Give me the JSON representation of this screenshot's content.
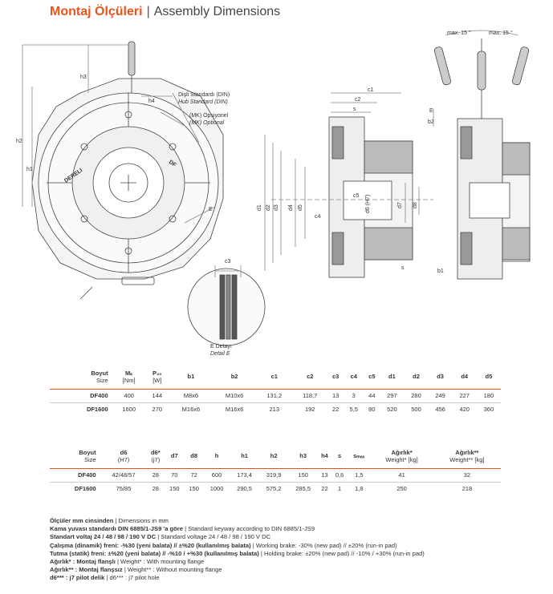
{
  "title": {
    "tr": "Montaj Ölçüleri",
    "separator": "|",
    "en": "Assembly Dimensions"
  },
  "drawing_labels": {
    "h3": "h3",
    "h4": "h4",
    "h2": "h2",
    "h1": "h1",
    "hub_tr": "Dişli Standardı (DIN)",
    "hub_en": "Hub Standard (DIN)",
    "mk_tr": "(MK) Opsiyonel",
    "mk_en": "(MK) Optional",
    "brand_a": "DERELI",
    "brand_b": "DF",
    "c3": "c3",
    "detail_tr": "E Detayı",
    "detail_en": "Detail E",
    "e_mark": "E",
    "c1": "c1",
    "c2": "c2",
    "s": "s",
    "smax": "s",
    "d1": "d1",
    "d2": "d2",
    "d3": "d3",
    "d4": "d4",
    "d5": "d5",
    "d6": "d6 (H7)",
    "d7": "d7",
    "d8": "d8",
    "c4": "c4",
    "c5": "c5",
    "max15a": "max. 15 °",
    "max15b": "max. 15 °",
    "b1": "b1",
    "b2": "b2"
  },
  "table1": {
    "headers": [
      {
        "top": "Boyut",
        "bottom": "Size"
      },
      {
        "top": "Mₖ",
        "bottom": "[Nm]"
      },
      {
        "top": "P₂₀",
        "bottom": "[W]"
      },
      {
        "top": "b1",
        "bottom": ""
      },
      {
        "top": "b2",
        "bottom": ""
      },
      {
        "top": "c1",
        "bottom": ""
      },
      {
        "top": "c2",
        "bottom": ""
      },
      {
        "top": "c3",
        "bottom": ""
      },
      {
        "top": "c4",
        "bottom": ""
      },
      {
        "top": "c5",
        "bottom": ""
      },
      {
        "top": "d1",
        "bottom": ""
      },
      {
        "top": "d2",
        "bottom": ""
      },
      {
        "top": "d3",
        "bottom": ""
      },
      {
        "top": "d4",
        "bottom": ""
      },
      {
        "top": "d5",
        "bottom": ""
      }
    ],
    "rows": [
      [
        "DF400",
        "400",
        "144",
        "M8x6",
        "M10x6",
        "131,2",
        "118,7",
        "13",
        "3",
        "44",
        "297",
        "280",
        "249",
        "227",
        "180"
      ],
      [
        "DF1600",
        "1600",
        "270",
        "M16x6",
        "M16x6",
        "213",
        "192",
        "22",
        "5,5",
        "80",
        "520",
        "500",
        "456",
        "420",
        "360"
      ]
    ]
  },
  "table2": {
    "headers": [
      {
        "top": "Boyut",
        "bottom": "Size"
      },
      {
        "top": "d6",
        "bottom": "(H7)"
      },
      {
        "top": "d6*",
        "bottom": "(j7)"
      },
      {
        "top": "d7",
        "bottom": ""
      },
      {
        "top": "d8",
        "bottom": ""
      },
      {
        "top": "h",
        "bottom": ""
      },
      {
        "top": "h1",
        "bottom": ""
      },
      {
        "top": "h2",
        "bottom": ""
      },
      {
        "top": "h3",
        "bottom": ""
      },
      {
        "top": "h4",
        "bottom": ""
      },
      {
        "top": "s",
        "bottom": ""
      },
      {
        "top": "sₘₐₓ",
        "bottom": ""
      },
      {
        "top": "Ağırlık*",
        "bottom": "Weight* [kg]"
      },
      {
        "top": "Ağırlık**",
        "bottom": "Weight** [kg]"
      }
    ],
    "rows": [
      [
        "DF400",
        "42/48/57",
        "28",
        "70",
        "72",
        "600",
        "173,4",
        "319,9",
        "150",
        "13",
        "0,6",
        "1,5",
        "41",
        "32"
      ],
      [
        "DF1600",
        "75/85",
        "28",
        "150",
        "150",
        "1000",
        "290,5",
        "575,2",
        "285,5",
        "22",
        "1",
        "1,8",
        "250",
        "218"
      ]
    ]
  },
  "notes": [
    {
      "bold": "Ölçüler mm cinsinden",
      "rest": " | Dimensions in mm"
    },
    {
      "bold": "Kama yuvası standardı DIN 6885/1-JS9 'a göre",
      "rest": " | Standard keyway according to DIN 6885/1-JS9"
    },
    {
      "bold": "Standart voltaj 24 / 48 / 98 / 190 V DC",
      "rest": " | Standard voltage 24 / 48 / 98 / 190 V DC"
    },
    {
      "bold": "Çalışma (dinamik) freni: -%30 (yeni balata) // ±%20 (kullanılmış balata)",
      "rest": " | Working brake: -30% (new pad) // ±20% (run-in pad)"
    },
    {
      "bold": "Tutma (statik) freni: ±%20 (yeni balata) // -%10 / +%30 (kullanılmış balata)",
      "rest": " | Holding brake: ±20% (new pad) // -10% / +30% (run-in pad)"
    },
    {
      "bold": "Ağırlık* : Montaj flanşlı",
      "rest": " | Weight* : With mounting flange"
    },
    {
      "bold": "Ağırlık** : Montaj flanşsız",
      "rest": " | Weight** : Without mounting flange"
    },
    {
      "bold": "d6*** : j7 pilot delik",
      "rest": " | d6*** : j7 pilot hole"
    }
  ]
}
